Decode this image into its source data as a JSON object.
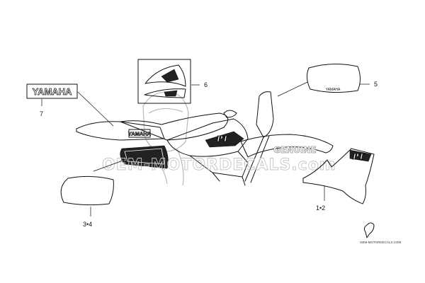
{
  "callouts": {
    "c7": "7",
    "c6": "6",
    "c5": "5",
    "c34": "3•4",
    "c12": "1•2"
  },
  "decals": {
    "yamaha_large": "YAMAHA",
    "yamaha_small": "YAMAHA",
    "tank_badge": "YAMAHA",
    "pt_front": "PT",
    "pt_side": "PT"
  },
  "watermark": {
    "main": "OEM-MOTORDECALS.com",
    "genuine": "GENUINE",
    "footer": "OEM-MOTORDECALS.COM"
  },
  "colors": {
    "line": "#111111",
    "watermark": "#c4c4c4",
    "background": "#ffffff"
  }
}
